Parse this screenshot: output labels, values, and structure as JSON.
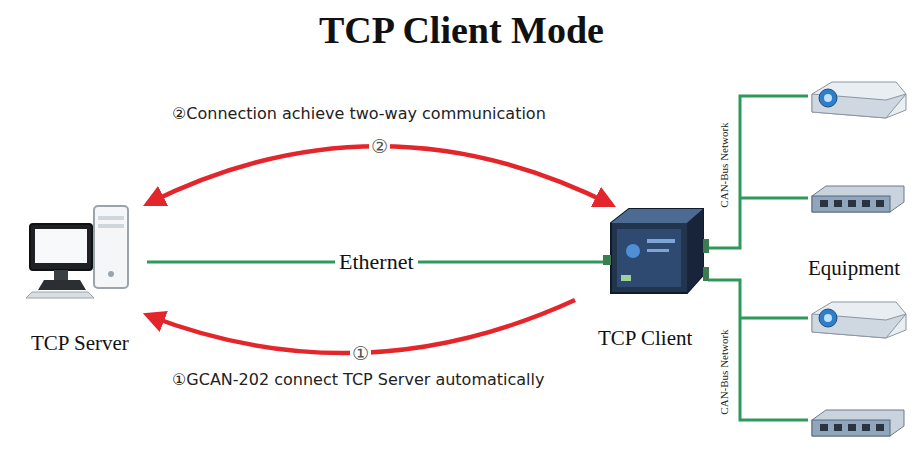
{
  "diagram": {
    "title": "TCP Client Mode",
    "nodes": [
      {
        "text": [
          "TCP Server"
        ]
      },
      {
        "text": [
          "TCP Client"
        ]
      }
    ],
    "edges": [
      {
        "from": 0,
        "to": 1,
        "arrow": "both",
        "label": "②"
      },
      {
        "from": 1,
        "to": 0,
        "arrow": "to",
        "label": "①"
      },
      {
        "from": 0,
        "to": 1,
        "arrow": "none",
        "label": "Ethernet"
      }
    ],
    "labels": [
      "②Connection achieve two-way communication",
      "①GCAN-202 connect TCP Server automatically",
      "CAN-Bus Network",
      "CAN-Bus Network",
      "Equipment"
    ]
  }
}
